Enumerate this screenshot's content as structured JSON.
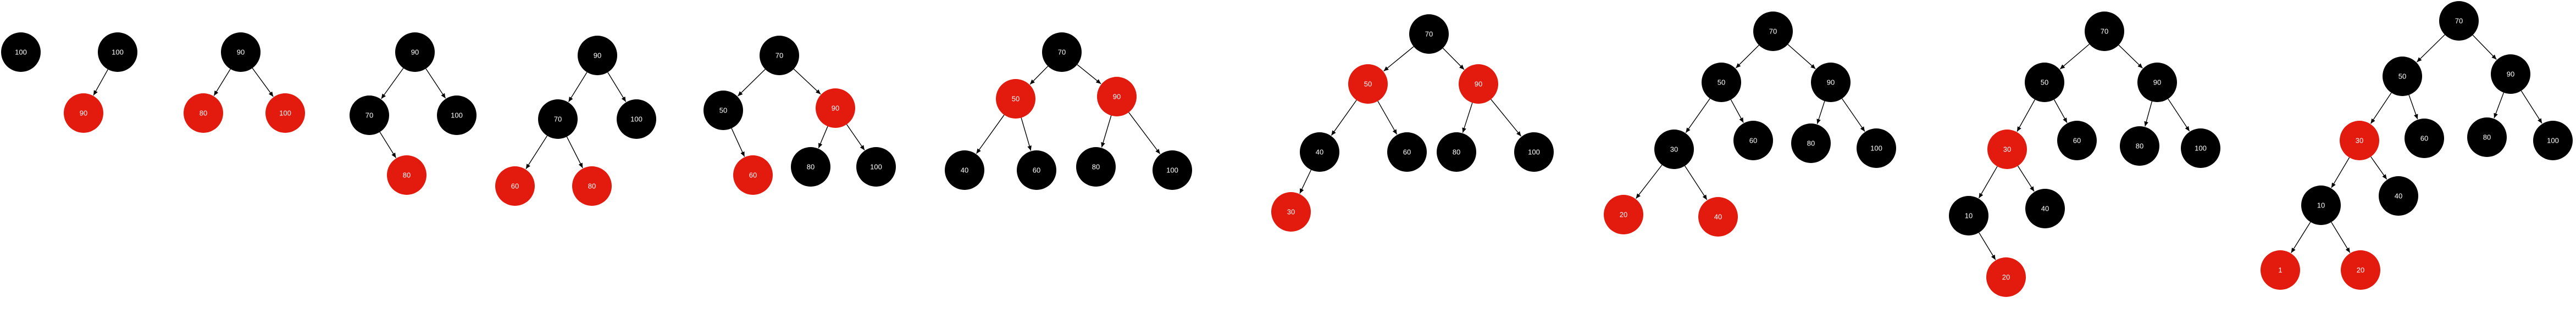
{
  "colors": {
    "black_node": "#000000",
    "red_node": "#e31a0e",
    "node_text": "#ffffff",
    "edge": "#000000",
    "background": "#ffffff"
  },
  "trees": [
    {
      "nodes": [
        {
          "id": "t1n1",
          "label": "100",
          "color": "black"
        }
      ],
      "edges": []
    },
    {
      "nodes": [
        {
          "id": "t2n1",
          "label": "100",
          "color": "black"
        },
        {
          "id": "t2n2",
          "label": "90",
          "color": "red"
        }
      ],
      "edges": [
        [
          "t2n1",
          "t2n2"
        ]
      ]
    },
    {
      "nodes": [
        {
          "id": "t3n1",
          "label": "90",
          "color": "black"
        },
        {
          "id": "t3n2",
          "label": "80",
          "color": "red"
        },
        {
          "id": "t3n3",
          "label": "100",
          "color": "red"
        }
      ],
      "edges": [
        [
          "t3n1",
          "t3n2"
        ],
        [
          "t3n1",
          "t3n3"
        ]
      ]
    },
    {
      "nodes": [
        {
          "id": "t4n1",
          "label": "90",
          "color": "black"
        },
        {
          "id": "t4n2",
          "label": "70",
          "color": "black"
        },
        {
          "id": "t4n3",
          "label": "100",
          "color": "black"
        },
        {
          "id": "t4n4",
          "label": "80",
          "color": "red"
        }
      ],
      "edges": [
        [
          "t4n1",
          "t4n2"
        ],
        [
          "t4n1",
          "t4n3"
        ],
        [
          "t4n2",
          "t4n4"
        ]
      ]
    },
    {
      "nodes": [
        {
          "id": "t5n1",
          "label": "90",
          "color": "black"
        },
        {
          "id": "t5n2",
          "label": "70",
          "color": "black"
        },
        {
          "id": "t5n3",
          "label": "100",
          "color": "black"
        },
        {
          "id": "t5n4",
          "label": "60",
          "color": "red"
        },
        {
          "id": "t5n5",
          "label": "80",
          "color": "red"
        }
      ],
      "edges": [
        [
          "t5n1",
          "t5n2"
        ],
        [
          "t5n1",
          "t5n3"
        ],
        [
          "t5n2",
          "t5n4"
        ],
        [
          "t5n2",
          "t5n5"
        ]
      ]
    },
    {
      "nodes": [
        {
          "id": "t6n1",
          "label": "70",
          "color": "black"
        },
        {
          "id": "t6n2",
          "label": "50",
          "color": "black"
        },
        {
          "id": "t6n3",
          "label": "90",
          "color": "red"
        },
        {
          "id": "t6n4",
          "label": "60",
          "color": "red"
        },
        {
          "id": "t6n5",
          "label": "80",
          "color": "black"
        },
        {
          "id": "t6n6",
          "label": "100",
          "color": "black"
        }
      ],
      "edges": [
        [
          "t6n1",
          "t6n2"
        ],
        [
          "t6n1",
          "t6n3"
        ],
        [
          "t6n2",
          "t6n4"
        ],
        [
          "t6n3",
          "t6n5"
        ],
        [
          "t6n3",
          "t6n6"
        ]
      ]
    },
    {
      "nodes": [
        {
          "id": "t7n1",
          "label": "70",
          "color": "black"
        },
        {
          "id": "t7n2",
          "label": "50",
          "color": "red"
        },
        {
          "id": "t7n3",
          "label": "90",
          "color": "red"
        },
        {
          "id": "t7n4",
          "label": "40",
          "color": "black"
        },
        {
          "id": "t7n5",
          "label": "60",
          "color": "black"
        },
        {
          "id": "t7n6",
          "label": "80",
          "color": "black"
        },
        {
          "id": "t7n7",
          "label": "100",
          "color": "black"
        }
      ],
      "edges": [
        [
          "t7n1",
          "t7n2"
        ],
        [
          "t7n1",
          "t7n3"
        ],
        [
          "t7n2",
          "t7n4"
        ],
        [
          "t7n2",
          "t7n5"
        ],
        [
          "t7n3",
          "t7n6"
        ],
        [
          "t7n3",
          "t7n7"
        ]
      ]
    },
    {
      "nodes": [
        {
          "id": "t8n1",
          "label": "70",
          "color": "black"
        },
        {
          "id": "t8n2",
          "label": "50",
          "color": "red"
        },
        {
          "id": "t8n3",
          "label": "90",
          "color": "red"
        },
        {
          "id": "t8n4",
          "label": "40",
          "color": "black"
        },
        {
          "id": "t8n5",
          "label": "60",
          "color": "black"
        },
        {
          "id": "t8n6",
          "label": "80",
          "color": "black"
        },
        {
          "id": "t8n7",
          "label": "100",
          "color": "black"
        },
        {
          "id": "t8n8",
          "label": "30",
          "color": "red"
        }
      ],
      "edges": [
        [
          "t8n1",
          "t8n2"
        ],
        [
          "t8n1",
          "t8n3"
        ],
        [
          "t8n2",
          "t8n4"
        ],
        [
          "t8n2",
          "t8n5"
        ],
        [
          "t8n3",
          "t8n6"
        ],
        [
          "t8n3",
          "t8n7"
        ],
        [
          "t8n4",
          "t8n8"
        ]
      ]
    },
    {
      "nodes": [
        {
          "id": "t9n1",
          "label": "70",
          "color": "black"
        },
        {
          "id": "t9n2",
          "label": "50",
          "color": "black"
        },
        {
          "id": "t9n3",
          "label": "90",
          "color": "black"
        },
        {
          "id": "t9n4",
          "label": "30",
          "color": "black"
        },
        {
          "id": "t9n5",
          "label": "60",
          "color": "black"
        },
        {
          "id": "t9n6",
          "label": "80",
          "color": "black"
        },
        {
          "id": "t9n7",
          "label": "100",
          "color": "black"
        },
        {
          "id": "t9n8",
          "label": "20",
          "color": "red"
        },
        {
          "id": "t9n9",
          "label": "40",
          "color": "red"
        }
      ],
      "edges": [
        [
          "t9n1",
          "t9n2"
        ],
        [
          "t9n1",
          "t9n3"
        ],
        [
          "t9n2",
          "t9n4"
        ],
        [
          "t9n2",
          "t9n5"
        ],
        [
          "t9n3",
          "t9n6"
        ],
        [
          "t9n3",
          "t9n7"
        ],
        [
          "t9n4",
          "t9n8"
        ],
        [
          "t9n4",
          "t9n9"
        ]
      ]
    },
    {
      "nodes": [
        {
          "id": "t10n1",
          "label": "70",
          "color": "black"
        },
        {
          "id": "t10n2",
          "label": "50",
          "color": "black"
        },
        {
          "id": "t10n3",
          "label": "90",
          "color": "black"
        },
        {
          "id": "t10n4",
          "label": "30",
          "color": "red"
        },
        {
          "id": "t10n5",
          "label": "60",
          "color": "black"
        },
        {
          "id": "t10n6",
          "label": "80",
          "color": "black"
        },
        {
          "id": "t10n7",
          "label": "100",
          "color": "black"
        },
        {
          "id": "t10n8",
          "label": "10",
          "color": "black"
        },
        {
          "id": "t10n9",
          "label": "40",
          "color": "black"
        },
        {
          "id": "t10n10",
          "label": "20",
          "color": "red"
        }
      ],
      "edges": [
        [
          "t10n1",
          "t10n2"
        ],
        [
          "t10n1",
          "t10n3"
        ],
        [
          "t10n2",
          "t10n4"
        ],
        [
          "t10n2",
          "t10n5"
        ],
        [
          "t10n3",
          "t10n6"
        ],
        [
          "t10n3",
          "t10n7"
        ],
        [
          "t10n4",
          "t10n8"
        ],
        [
          "t10n4",
          "t10n9"
        ],
        [
          "t10n8",
          "t10n10"
        ]
      ]
    },
    {
      "nodes": [
        {
          "id": "t11n1",
          "label": "70",
          "color": "black"
        },
        {
          "id": "t11n2",
          "label": "50",
          "color": "black"
        },
        {
          "id": "t11n3",
          "label": "90",
          "color": "black"
        },
        {
          "id": "t11n4",
          "label": "30",
          "color": "red"
        },
        {
          "id": "t11n5",
          "label": "60",
          "color": "black"
        },
        {
          "id": "t11n6",
          "label": "80",
          "color": "black"
        },
        {
          "id": "t11n7",
          "label": "100",
          "color": "black"
        },
        {
          "id": "t11n8",
          "label": "10",
          "color": "black"
        },
        {
          "id": "t11n9",
          "label": "40",
          "color": "black"
        },
        {
          "id": "t11n10",
          "label": "1",
          "color": "red"
        },
        {
          "id": "t11n11",
          "label": "20",
          "color": "red"
        }
      ],
      "edges": [
        [
          "t11n1",
          "t11n2"
        ],
        [
          "t11n1",
          "t11n3"
        ],
        [
          "t11n2",
          "t11n4"
        ],
        [
          "t11n2",
          "t11n5"
        ],
        [
          "t11n3",
          "t11n6"
        ],
        [
          "t11n3",
          "t11n7"
        ],
        [
          "t11n4",
          "t11n8"
        ],
        [
          "t11n4",
          "t11n9"
        ],
        [
          "t11n8",
          "t11n10"
        ],
        [
          "t11n8",
          "t11n11"
        ]
      ]
    }
  ]
}
